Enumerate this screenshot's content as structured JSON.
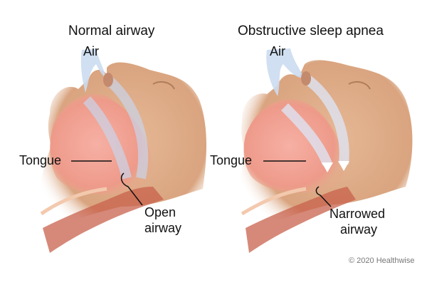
{
  "diagram": {
    "panels": [
      {
        "title": "Normal airway",
        "labels": {
          "air": "Air",
          "tongue": "Tongue",
          "airway_line1": "Open",
          "airway_line2": "airway"
        }
      },
      {
        "title": "Obstructive sleep apnea",
        "labels": {
          "air": "Air",
          "tongue": "Tongue",
          "airway_line1": "Narrowed",
          "airway_line2": "airway"
        }
      }
    ],
    "credit": "© 2020 Healthwise",
    "colors": {
      "skin": "#e2b592",
      "skin_shadow": "#c98f6a",
      "tissue_pink": "#f2a59a",
      "airway_red": "#c8614c",
      "air_blue": "#c9d9ee",
      "background": "#ffffff"
    }
  }
}
